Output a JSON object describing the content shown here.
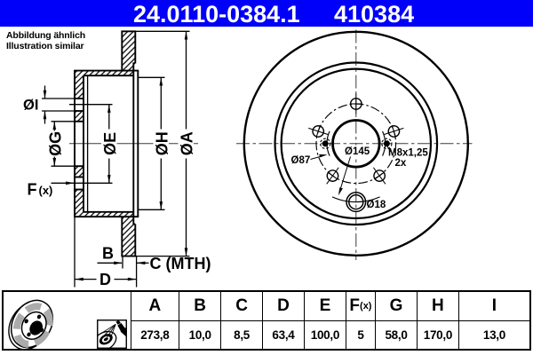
{
  "header": {
    "part_number": "24.0110-0384.1",
    "reference_number": "410384",
    "bar_color": "#0000fa",
    "text_color": "#ffffff"
  },
  "note": {
    "line1": "Abbildung ähnlich",
    "line2": "Illustration similar"
  },
  "section_view": {
    "labels": {
      "dia_I": "ØI",
      "dia_G": "ØG",
      "dia_E": "ØE",
      "dia_H": "ØH",
      "dia_A": "ØA",
      "F": "F",
      "F_suffix": "(x)",
      "B": "B",
      "C": "C (MTH)",
      "D": "D"
    }
  },
  "front_view": {
    "labels": {
      "dia_87": "Ø87",
      "dia_145": "Ø145",
      "thread": "M8x1,25",
      "thread_count": "2x",
      "dia_18": "Ø18"
    }
  },
  "table": {
    "columns": [
      {
        "header": "A",
        "value": "273,8"
      },
      {
        "header": "B",
        "value": "10,0"
      },
      {
        "header": "C",
        "value": "8,5"
      },
      {
        "header": "D",
        "value": "63,4"
      },
      {
        "header": "E",
        "value": "100,0"
      },
      {
        "header": "F",
        "header_suffix": "(x)",
        "value": "5"
      },
      {
        "header": "G",
        "value": "58,0"
      },
      {
        "header": "H",
        "value": "170,0"
      },
      {
        "header": "I",
        "value": "13,0"
      }
    ],
    "icons": [
      "brake-disc-illustration",
      "coating-spray-icon"
    ]
  }
}
